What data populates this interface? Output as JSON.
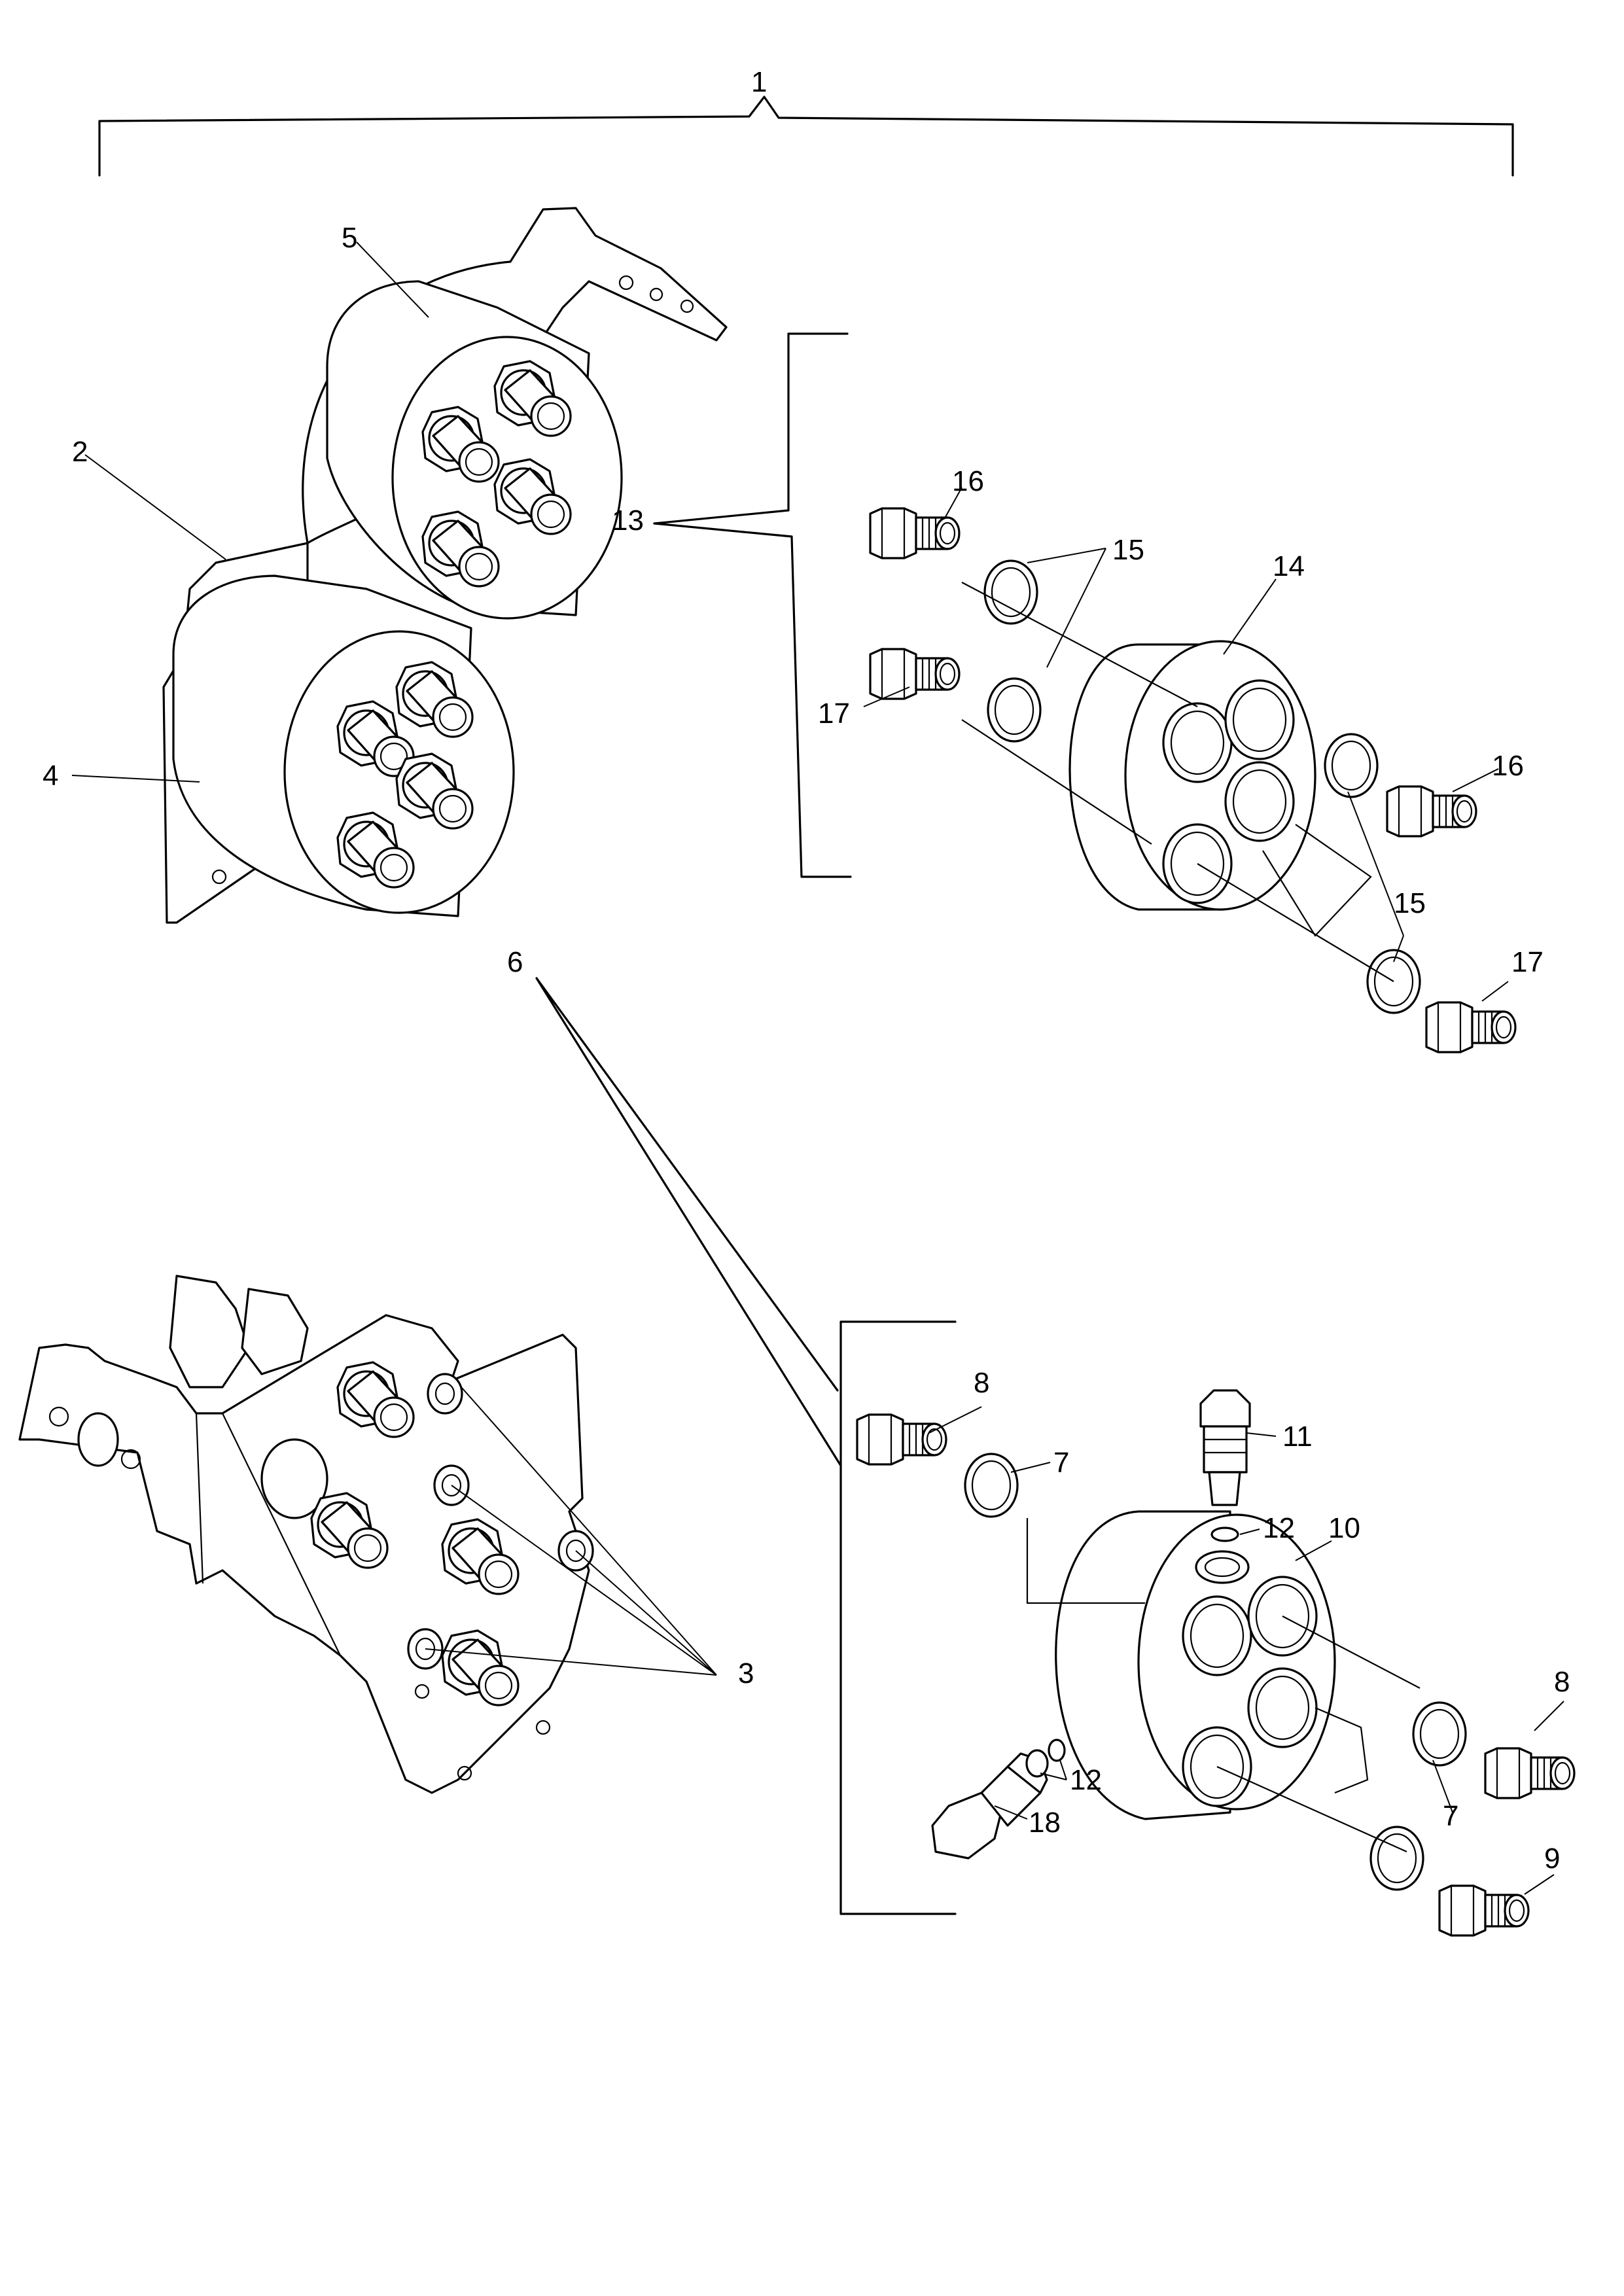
{
  "callouts": {
    "c1": "1",
    "c2": "2",
    "c3": "3",
    "c4": "4",
    "c5": "5",
    "c6": "6",
    "c7a": "7",
    "c7b": "7",
    "c8a": "8",
    "c8b": "8",
    "c9": "9",
    "c10": "10",
    "c11": "11",
    "c12a": "12",
    "c12b": "12",
    "c13": "13",
    "c14": "14",
    "c15a": "15",
    "c15b": "15",
    "c16a": "16",
    "c16b": "16",
    "c17a": "17",
    "c17b": "17",
    "c18": "18"
  }
}
